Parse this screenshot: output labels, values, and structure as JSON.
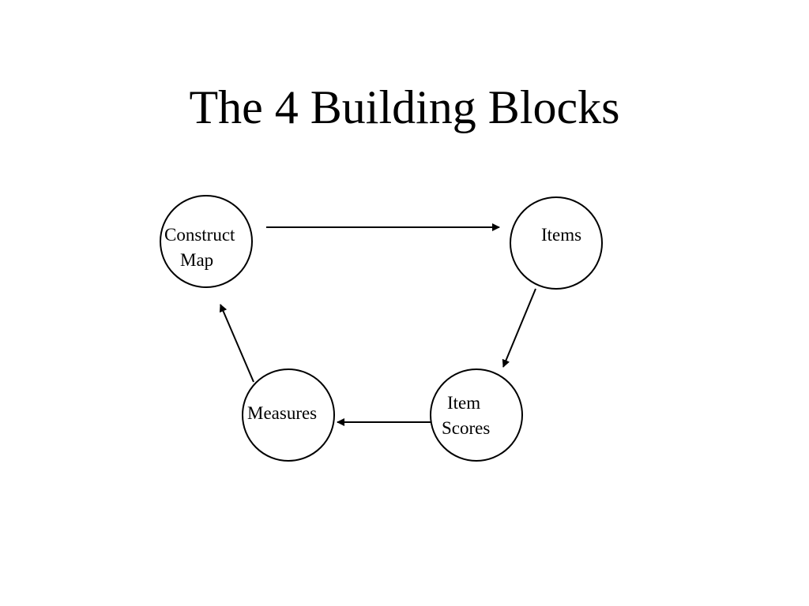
{
  "title": "The 4 Building Blocks",
  "nodes": {
    "construct_map": {
      "line1": "Construct",
      "line2": "Map"
    },
    "items": {
      "line1": "Items"
    },
    "item_scores": {
      "line1": "Item",
      "line2": "Scores"
    },
    "measures": {
      "line1": "Measures"
    }
  },
  "edges": [
    {
      "from": "construct_map",
      "to": "items"
    },
    {
      "from": "items",
      "to": "item_scores"
    },
    {
      "from": "item_scores",
      "to": "measures"
    },
    {
      "from": "measures",
      "to": "construct_map"
    }
  ],
  "colors": {
    "stroke": "#000000",
    "background": "#ffffff"
  }
}
